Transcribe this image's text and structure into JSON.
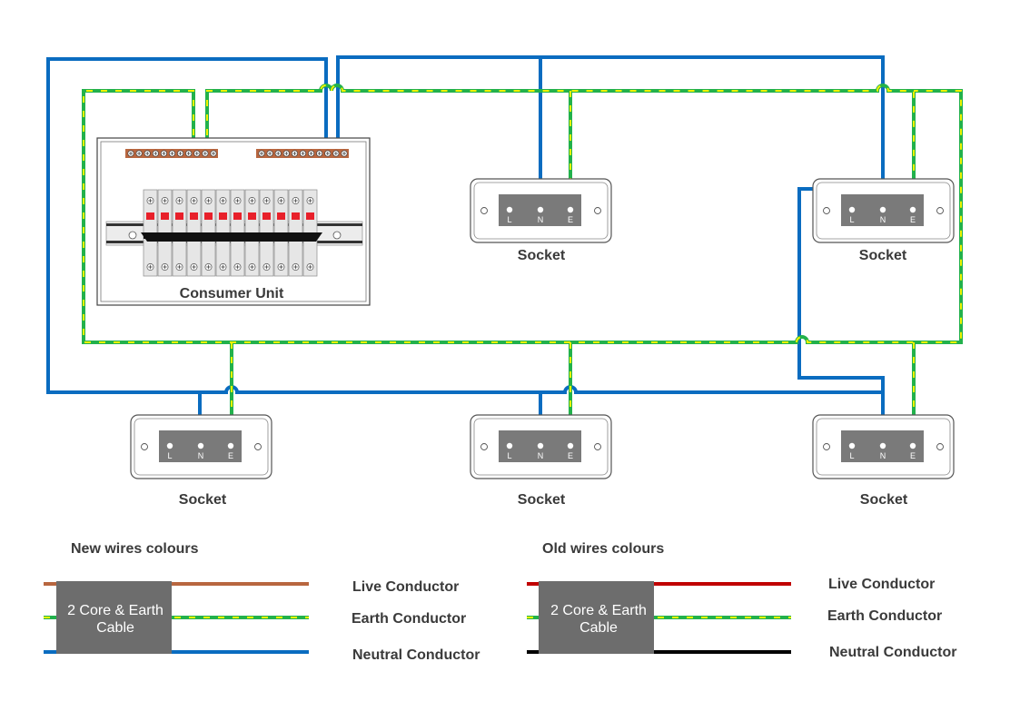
{
  "consumer_unit": {
    "label": "Consumer Unit"
  },
  "sockets": [
    {
      "label": "Socket",
      "terminals": [
        "L",
        "N",
        "E"
      ]
    },
    {
      "label": "Socket",
      "terminals": [
        "L",
        "N",
        "E"
      ]
    },
    {
      "label": "Socket",
      "terminals": [
        "L",
        "N",
        "E"
      ]
    },
    {
      "label": "Socket",
      "terminals": [
        "L",
        "N",
        "E"
      ]
    },
    {
      "label": "Socket",
      "terminals": [
        "L",
        "N",
        "E"
      ]
    }
  ],
  "legend": {
    "new": {
      "title": "New wires colours",
      "cable_line1": "2 Core & Earth",
      "cable_line2": "Cable",
      "live": "Live Conductor",
      "earth": "Earth Conductor",
      "neutral": "Neutral Conductor"
    },
    "old": {
      "title": "Old wires colours",
      "cable_line1": "2 Core & Earth",
      "cable_line2": "Cable",
      "live": "Live Conductor",
      "earth": "Earth Conductor",
      "neutral": "Neutral Conductor"
    }
  },
  "colors": {
    "neutral_new": "#0a6cc0",
    "earth_green": "#22b14c",
    "earth_yellow": "#f2f200",
    "live_new": "#b8663f",
    "live_old": "#c00000",
    "neutral_old": "#000000",
    "cable_box": "#6d6d6d",
    "terminal_block": "#7a7a7a"
  }
}
